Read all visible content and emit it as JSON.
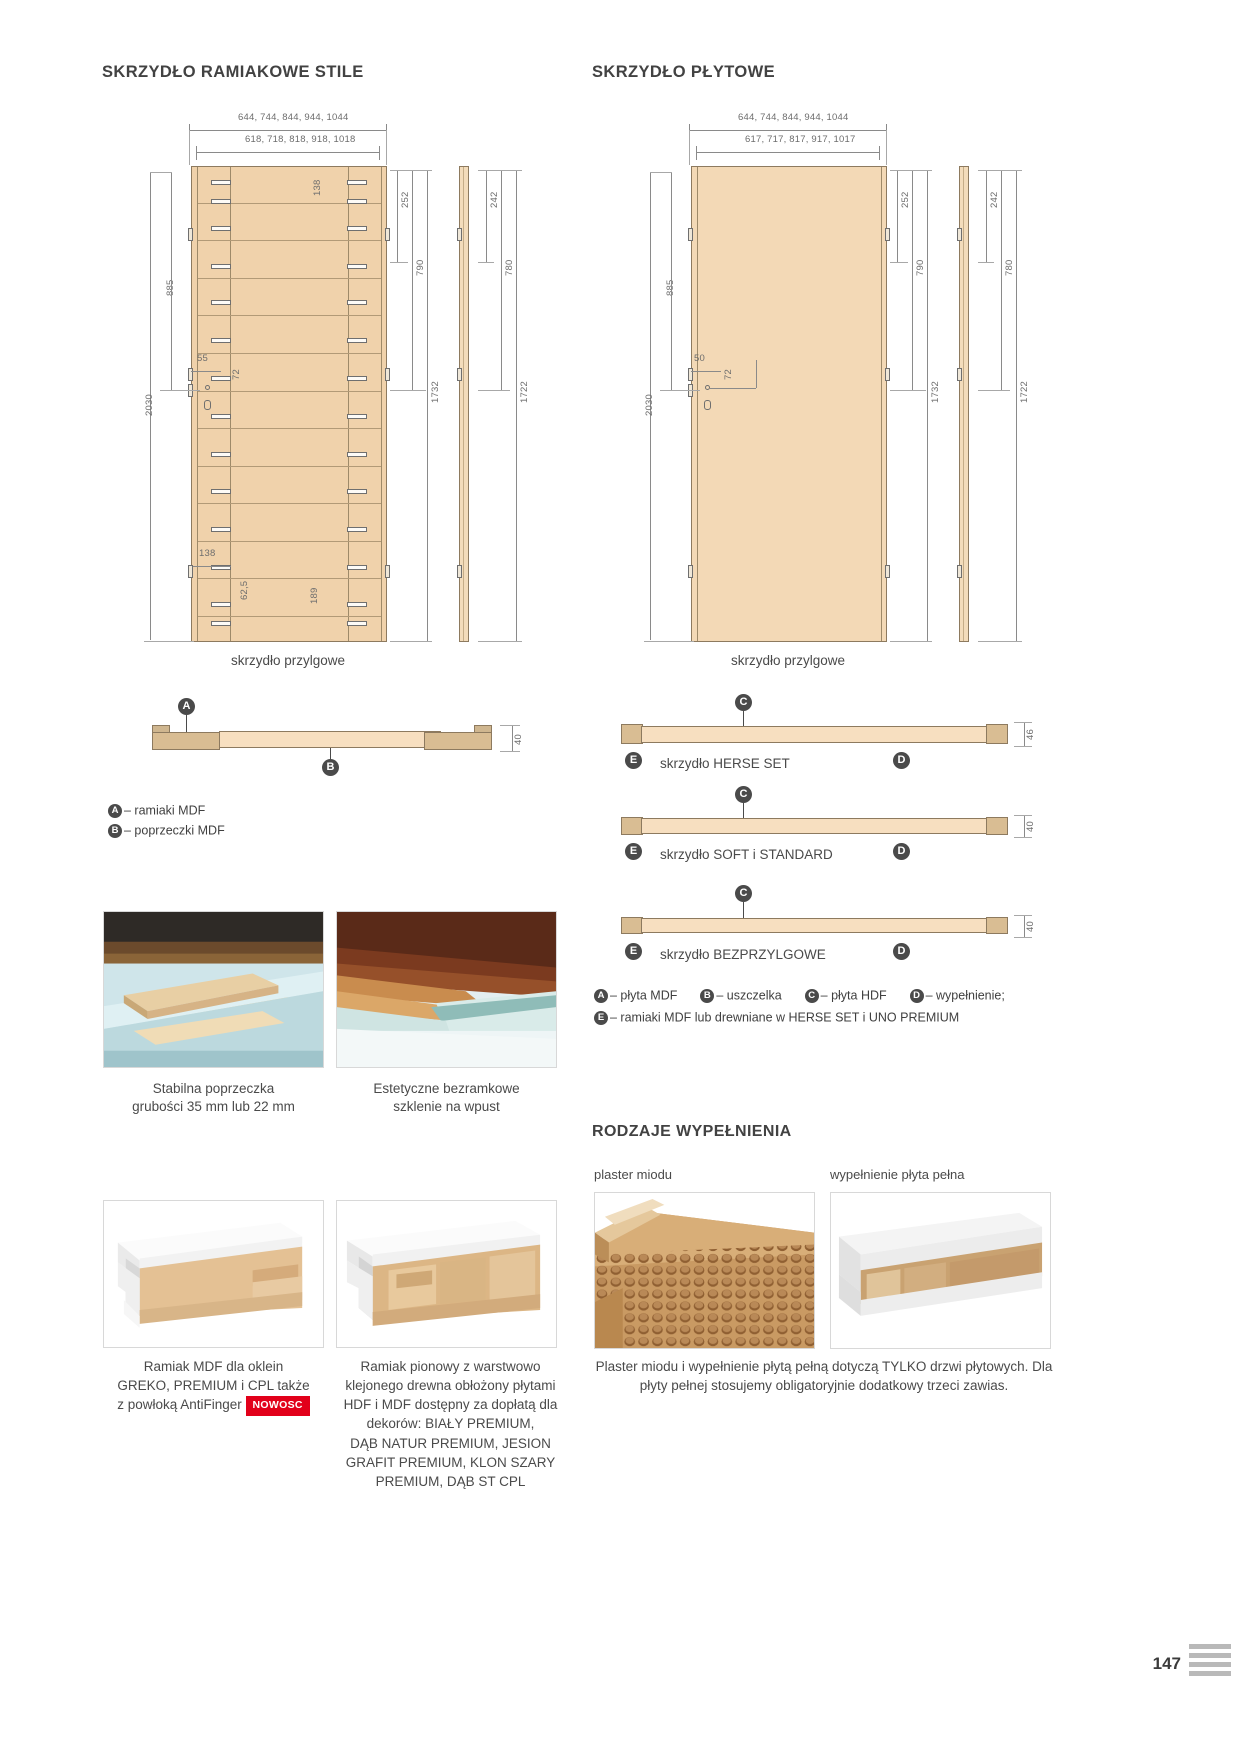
{
  "page_number": "147",
  "sections": {
    "left_title": "SKRZYDŁO RAMIAKOWE STILE",
    "right_title": "SKRZYDŁO PŁYTOWE",
    "fill_title": "RODZAJE WYPEŁNIENIA"
  },
  "left_drawing": {
    "width_outer": "644, 744, 844, 944, 1044",
    "width_inner": "618, 718, 818, 918, 1018",
    "h_total": "2030",
    "h_885": "885",
    "h_138_top": "138",
    "d_55": "55",
    "d_72": "72",
    "d_138": "138",
    "d_62_5": "62,5",
    "d_189": "189",
    "r_252": "252",
    "r_790": "790",
    "r_1732": "1732",
    "p_242": "242",
    "p_780": "780",
    "p_1722": "1722",
    "caption": "skrzydło przylgowe"
  },
  "right_drawing": {
    "width_outer": "644, 744, 844, 944, 1044",
    "width_inner": "617, 717, 817, 917, 1017",
    "h_total": "2030",
    "h_885": "885",
    "d_50": "50",
    "d_72": "72",
    "r_252": "252",
    "r_790": "790",
    "r_1732": "1732",
    "p_242": "242",
    "p_780": "780",
    "p_1722": "1722",
    "caption": "skrzydło przylgowe"
  },
  "left_section": {
    "marker_a": "A",
    "marker_b": "B",
    "thickness": "40",
    "legend": [
      {
        "key": "A",
        "text": "– ramiaki MDF"
      },
      {
        "key": "B",
        "text": "– poprzeczki MDF"
      }
    ]
  },
  "right_sections": [
    {
      "marker_top": "C",
      "marker_left": "E",
      "marker_right": "D",
      "label": "skrzydło HERSE SET",
      "thickness": "46"
    },
    {
      "marker_top": "C",
      "marker_left": "E",
      "marker_right": "D",
      "label": "skrzydło SOFT i STANDARD",
      "thickness": "40"
    },
    {
      "marker_top": "C",
      "marker_left": "E",
      "marker_right": "D",
      "label": "skrzydło BEZPRZYLGOWE",
      "thickness": "40"
    }
  ],
  "right_legend": {
    "row1": [
      {
        "key": "A",
        "text": "– płyta MDF"
      },
      {
        "key": "B",
        "text": "– uszczelka"
      },
      {
        "key": "C",
        "text": "– płyta HDF"
      },
      {
        "key": "D",
        "text": "– wypełnienie;"
      }
    ],
    "row2": [
      {
        "key": "E",
        "text": "– ramiaki MDF lub drewniane w HERSE SET i UNO PREMIUM"
      }
    ]
  },
  "photo_cards_top": [
    {
      "caption": "Stabilna poprzeczka\ngrubości 35 mm lub 22 mm"
    },
    {
      "caption": "Estetyczne bezramkowe\nszklenie na wpust"
    }
  ],
  "photo_cards_bottom": [
    {
      "caption_before": "Ramiak MDF dla oklein\nGREKO, PREMIUM i CPL także\nz powłoką AntiFinger ",
      "badge": "NOWOSC"
    },
    {
      "caption": "Ramiak pionowy z warstwowo\nklejonego drewna obłożony płytami\nHDF i MDF dostępny za dopłatą dla\ndekorów: BIAŁY PREMIUM,\nDĄB NATUR PREMIUM, JESION\nGRAFIT PREMIUM, KLON SZARY\nPREMIUM, DĄB ST CPL"
    }
  ],
  "fill_types": {
    "label_left": "plaster miodu",
    "label_right": "wypełnienie płyta pełna",
    "caption": "Plaster miodu i wypełnienie płytą pełną dotyczą TYLKO drzwi płytowych. Dla płyty pełnej stosujemy obligatoryjnie dodatkowy trzeci zawias."
  },
  "colors": {
    "wood": "#f0d2ab",
    "wood_light": "#f7dfc0",
    "wood_dark": "#d9bd93",
    "outline": "#8d7a5f",
    "dim_line": "#8a8a8a",
    "bubble": "#4a4a4a",
    "badge_red": "#e2001a",
    "text": "#3b3b3b"
  }
}
